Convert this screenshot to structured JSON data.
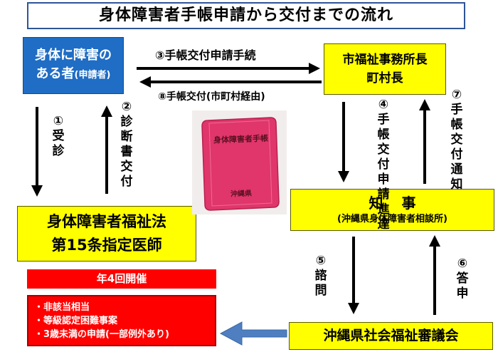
{
  "title": "身体障害者手帳申請から交付までの流れ",
  "applicant": {
    "line1": "身体に障害の",
    "line2": "ある者",
    "sub": "(申請者)"
  },
  "city_office": {
    "line1": "市福祉事務所長",
    "line2": "町村長"
  },
  "doctor": {
    "line1": "身体障害者福祉法",
    "line2": "第15条指定医師"
  },
  "governor": {
    "line1": "知事",
    "line2": "(沖縄県身体障害者相談所)"
  },
  "council": {
    "label": "沖縄県社会福祉審議会"
  },
  "steps": {
    "s1": "①受診",
    "s2": "②診断書交付",
    "s3": "③手帳交付申請手続",
    "s4": "④手帳交付申請進達",
    "s5": "⑤諮問",
    "s6": "⑥答申",
    "s7": "⑦手帳交付通知",
    "s8": "⑧手帳交付(市町村経由)"
  },
  "booklet": {
    "title": "身体障害者手帳",
    "issuer": "沖縄県"
  },
  "notice": {
    "heading": "年4回開催",
    "items": [
      "・非該当相当",
      "・等級認定困難事案",
      "・3歳未満の申請(一部例外あり)"
    ]
  },
  "colors": {
    "blue_box": "#1f6dc5",
    "yellow_box": "#ffff00",
    "red_box": "#ff0000",
    "arrow_blue": "#4f7fc0",
    "booklet_pink": "#e0366c"
  }
}
